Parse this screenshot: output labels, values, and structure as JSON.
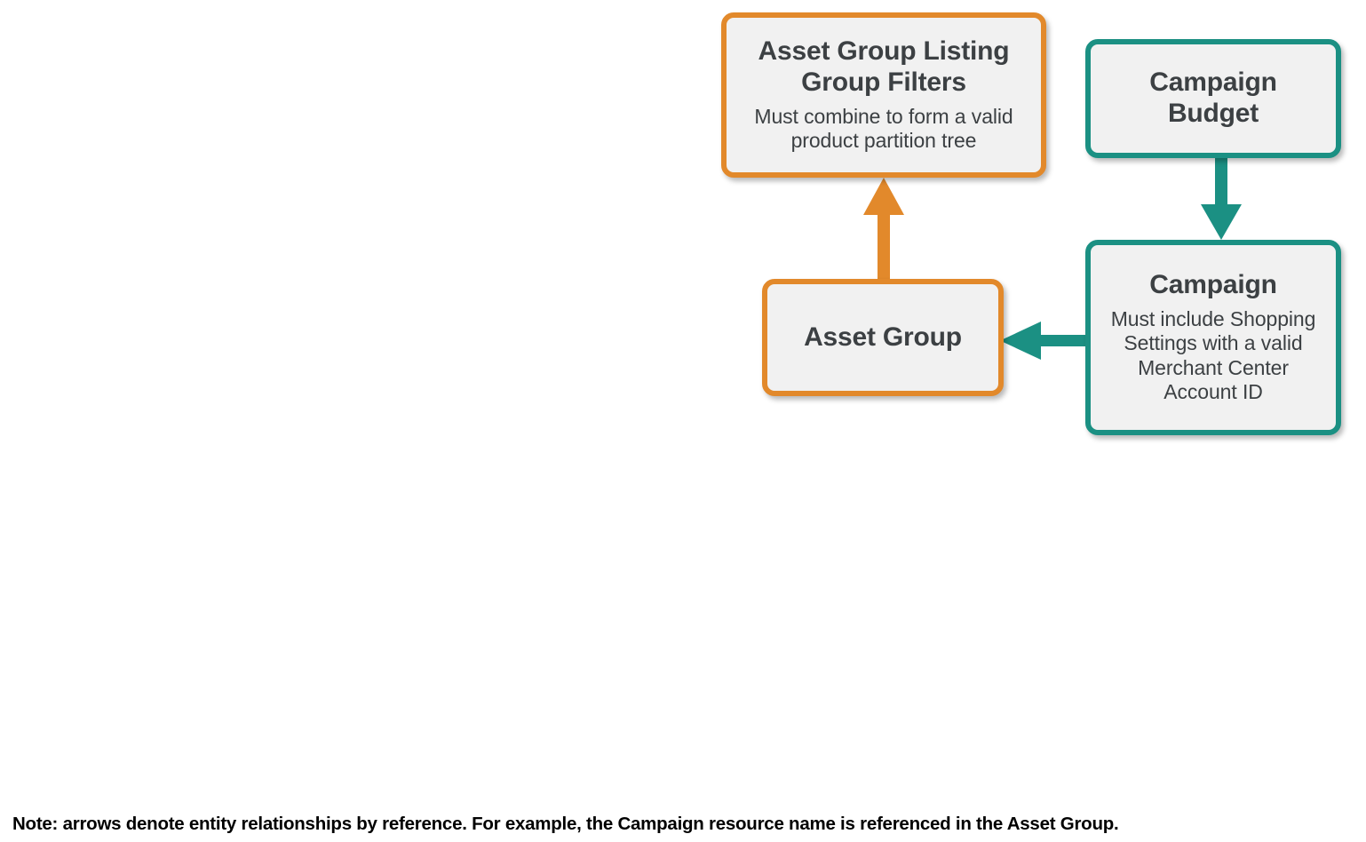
{
  "diagram": {
    "colors": {
      "orange": "#e2892b",
      "teal": "#1b9083",
      "box_fill": "#f1f1f1",
      "text": "#3c4043",
      "background": "#ffffff",
      "note_text": "#000000"
    },
    "nodes": [
      {
        "id": "asset-group-listing-group-filters",
        "title": "Asset Group Listing Group Filters",
        "subtitle": "Must combine to form a valid product partition tree",
        "accent": "orange"
      },
      {
        "id": "campaign-budget",
        "title": "Campaign Budget",
        "subtitle": "",
        "accent": "teal"
      },
      {
        "id": "asset-group",
        "title": "Asset Group",
        "subtitle": "",
        "accent": "orange"
      },
      {
        "id": "campaign",
        "title": "Campaign",
        "subtitle": "Must include Shopping Settings with a valid Merchant Center Account ID",
        "accent": "teal"
      }
    ],
    "arrows": [
      {
        "id": "asset-group-to-listing-group-filters",
        "from": "asset-group",
        "to": "asset-group-listing-group-filters",
        "direction": "up",
        "color": "#e2892b"
      },
      {
        "id": "campaign-budget-to-campaign",
        "from": "campaign-budget",
        "to": "campaign",
        "direction": "down",
        "color": "#1b9083"
      },
      {
        "id": "campaign-to-asset-group",
        "from": "campaign",
        "to": "asset-group",
        "direction": "left",
        "color": "#1b9083"
      }
    ],
    "note": "Note: arrows denote entity relationships by reference. For example, the Campaign resource name is referenced in the Asset Group."
  }
}
